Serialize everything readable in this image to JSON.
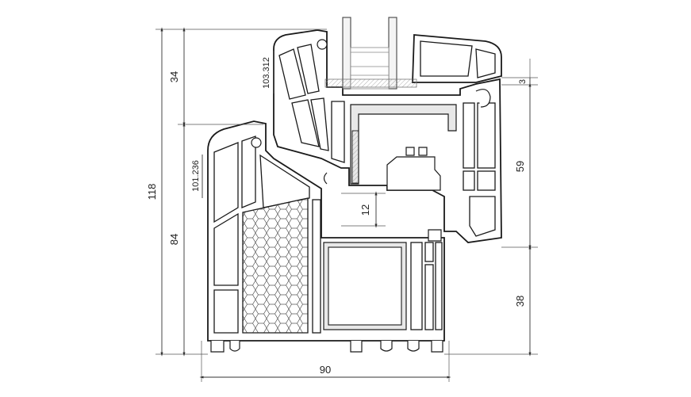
{
  "dimensions": {
    "total_height": "118",
    "upper_height": "34",
    "lower_height": "84",
    "sash_diagonal": "103.312",
    "frame_diagonal": "101.236",
    "right_top": "3",
    "right_middle": "59",
    "right_bottom": "38",
    "rebate": "12",
    "width": "90"
  }
}
